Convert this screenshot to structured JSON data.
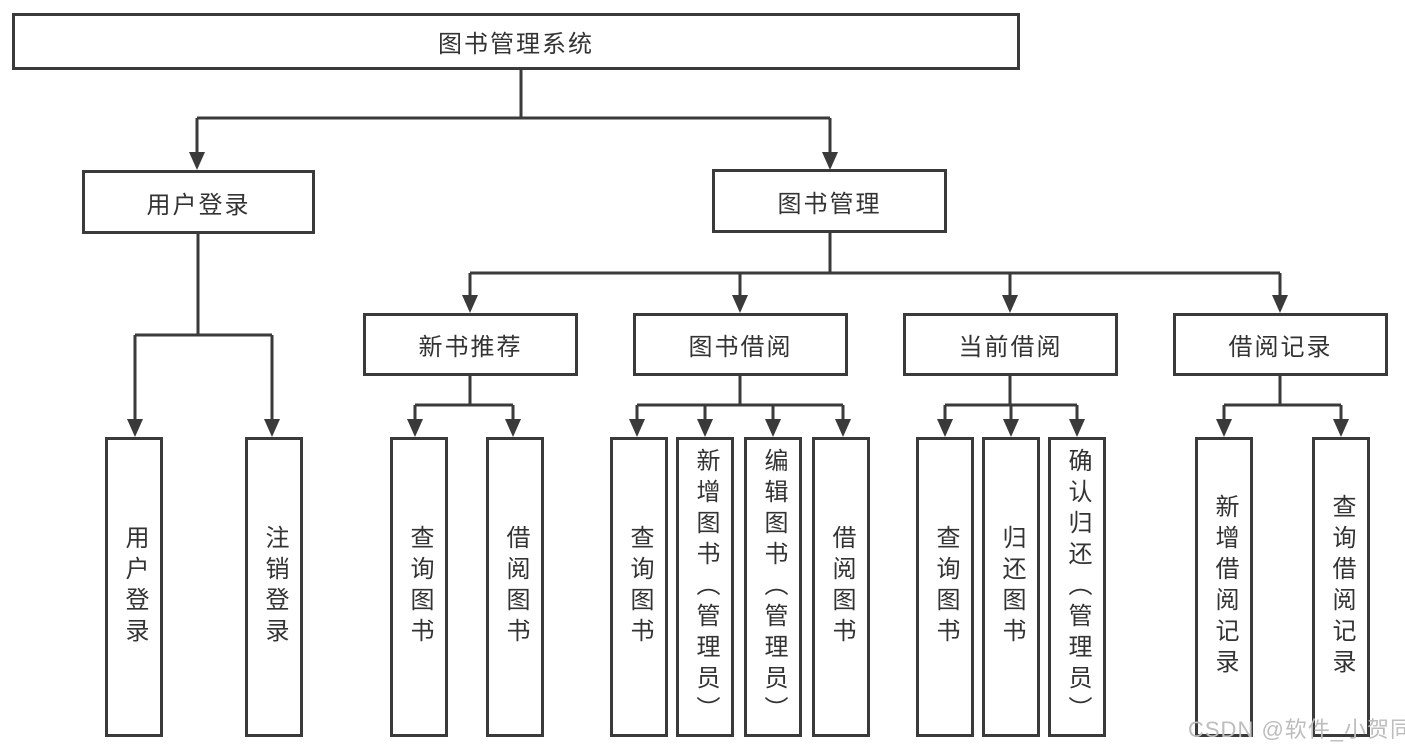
{
  "root": {
    "label": "图书管理系统"
  },
  "level2": {
    "user_login": {
      "label": "用户登录"
    },
    "book_mgmt": {
      "label": "图书管理"
    }
  },
  "level3": {
    "new_books": {
      "label": "新书推荐"
    },
    "book_borrow": {
      "label": "图书借阅"
    },
    "current_borrow": {
      "label": "当前借阅"
    },
    "borrow_records": {
      "label": "借阅记录"
    }
  },
  "leaves": {
    "login_user_login": "用户登录",
    "login_logout": "注销登录",
    "new_query_books": "查询图书",
    "new_borrow_books": "借阅图书",
    "borrow_query_books": "查询图书",
    "borrow_add_books_admin": "新增图书（管理员）",
    "borrow_edit_books_admin": "编辑图书（管理员）",
    "borrow_borrow_books": "借阅图书",
    "current_query_books": "查询图书",
    "current_return_books": "归还图书",
    "current_confirm_return_admin": "确认归还（管理员）",
    "records_add_record": "新增借阅记录",
    "records_query_record": "查询借阅记录"
  },
  "watermark": "CSDN @软件_小贺同学",
  "colors": {
    "line": "#3a3a3a",
    "text": "#333333",
    "watermark": "#bdbdbd",
    "background": "#ffffff"
  }
}
